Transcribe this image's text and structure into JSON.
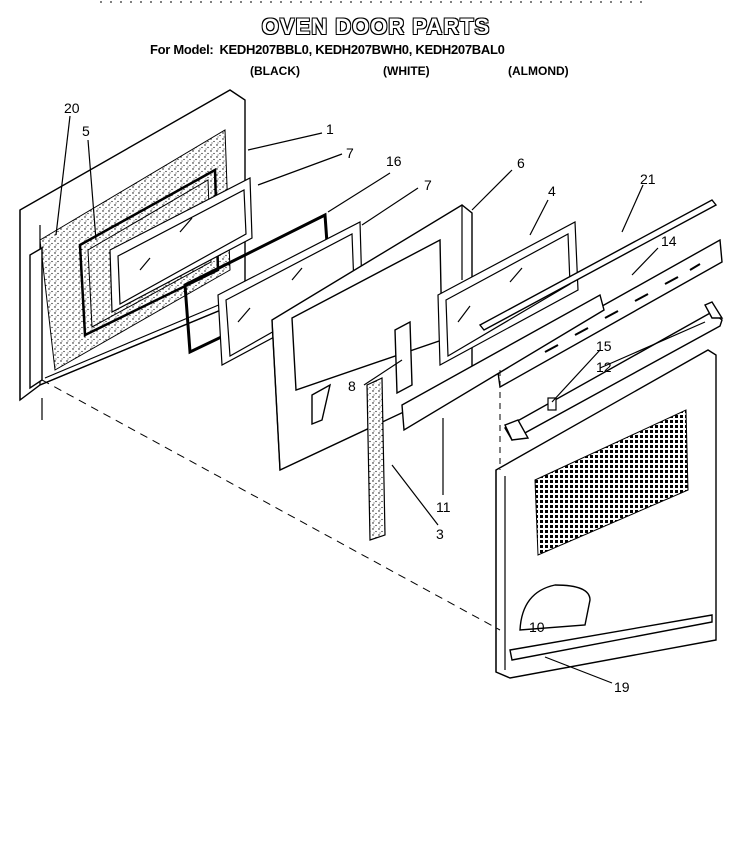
{
  "title": "OVEN DOOR PARTS",
  "models": {
    "prefix": "For Model:",
    "list": "KEDH207BBL0, KEDH207BWH0, KEDH207BAL0",
    "colors": [
      "(BLACK)",
      "(WHITE)",
      "(ALMOND)"
    ]
  },
  "callouts": {
    "c1": "1",
    "c3": "3",
    "c4": "4",
    "c5": "5",
    "c6": "6",
    "c7a": "7",
    "c7b": "7",
    "c8": "8",
    "c10": "10",
    "c11": "11",
    "c12": "12",
    "c14": "14",
    "c15": "15",
    "c16": "16",
    "c19": "19",
    "c20": "20",
    "c21": "21"
  }
}
